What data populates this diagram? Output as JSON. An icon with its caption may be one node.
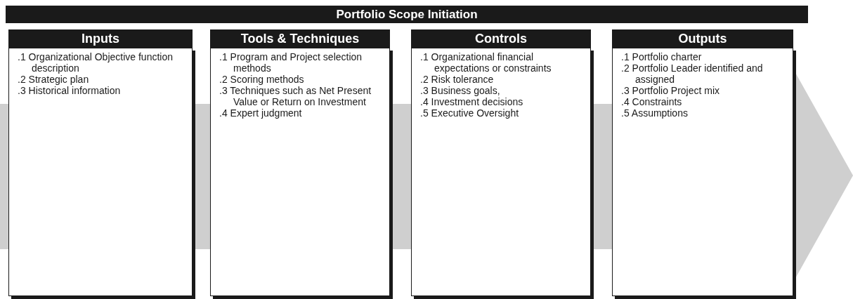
{
  "diagram": {
    "nodes": [
      {
        "text": [
          "Portfolio Scope Initiation"
        ]
      },
      {
        "text": [
          "Inputs",
          ".1 Organizational Objective function description",
          ".2 Strategic plan",
          ".3 Historical information"
        ]
      },
      {
        "text": [
          "Tools & Techniques",
          ".1 Program and Project selection methods",
          ".2 Scoring methods",
          ".3 Techniques such as Net Present Value or Return on Investment",
          ".4 Expert judgment"
        ]
      },
      {
        "text": [
          "Controls",
          ".1 Organizational financial expectations or constraints",
          ".2 Risk tolerance",
          ".3 Business goals,",
          ".4 Investment decisions",
          ".5 Executive Oversight"
        ]
      },
      {
        "text": [
          "Outputs",
          ".1 Portfolio charter",
          ".2 Portfolio Leader identified and assigned",
          ".3 Portfolio Project mix",
          ".4 Constraints",
          ".5 Assumptions"
        ]
      }
    ]
  }
}
